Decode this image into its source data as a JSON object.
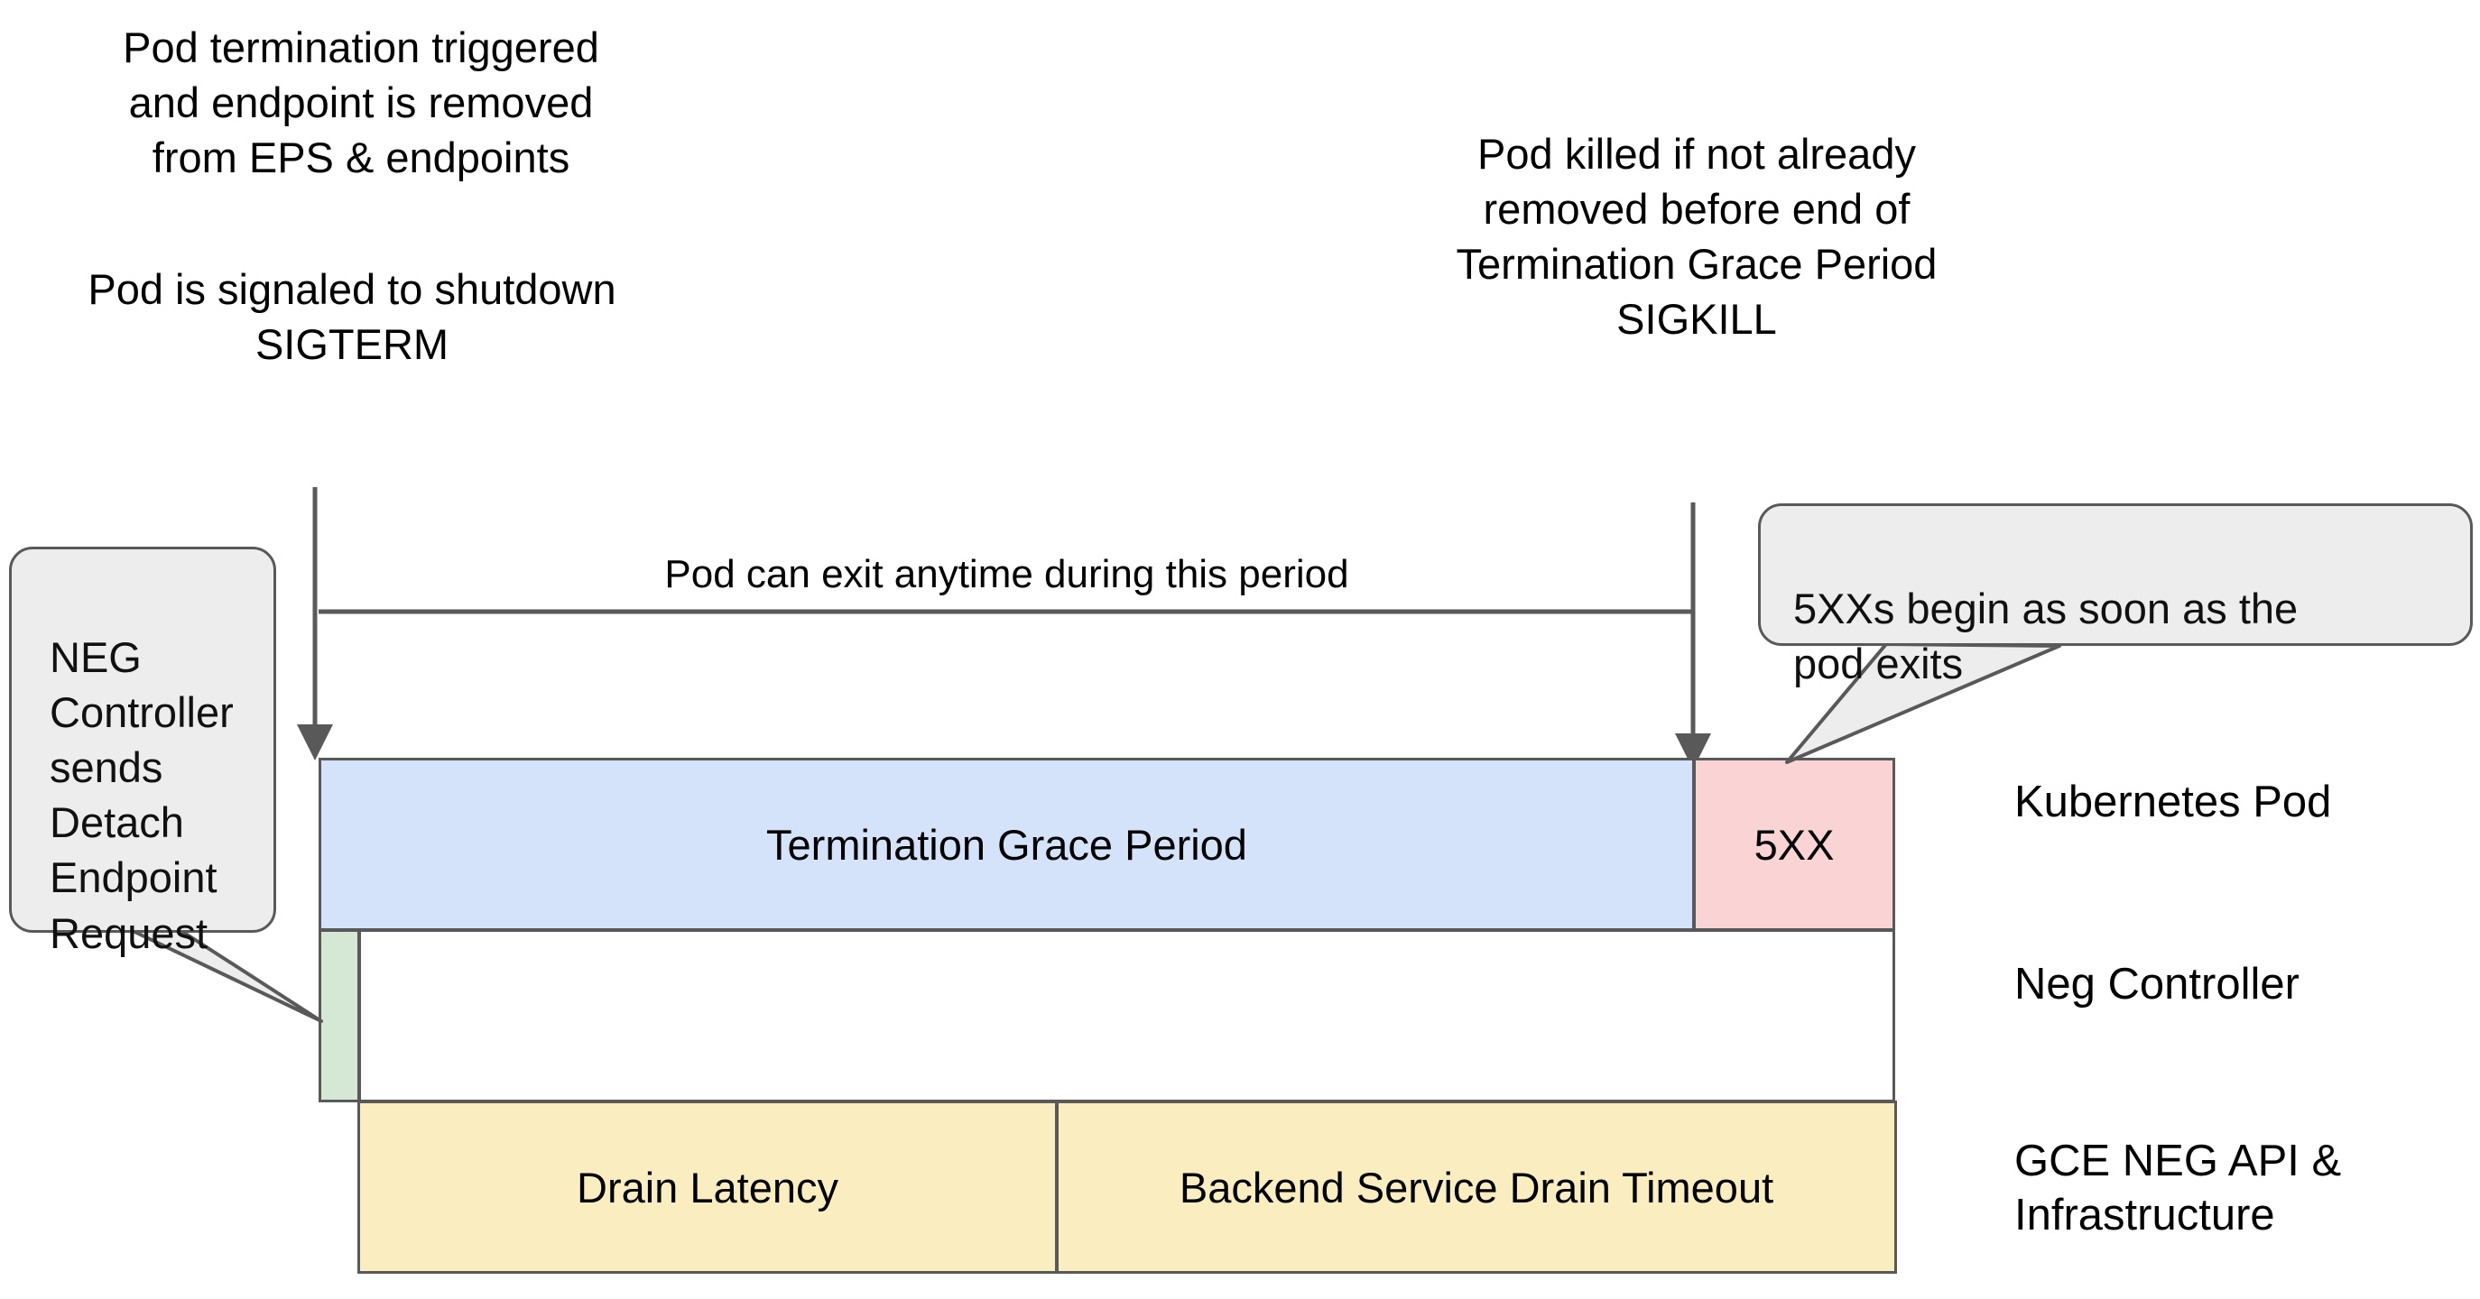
{
  "diagram": {
    "title": "Kubernetes Pod Termination and NEG Drain Timeline",
    "colors": {
      "termination_grace_period": "#d4e3fa",
      "five_xx": "#fad4d4",
      "neg_detach": "#d5e8d5",
      "drain_bars": "#faeec1",
      "bubble_fill": "#ededed",
      "stroke": "#595959",
      "text": "#000000"
    }
  },
  "annotations": {
    "left_top": "Pod termination triggered\nand endpoint is removed\nfrom EPS & endpoints",
    "left_second": "Pod is signaled to shutdown\nSIGTERM",
    "right_top": "Pod killed if not already\nremoved before end of\nTermination Grace Period\nSIGKILL",
    "span_label": "Pod can exit anytime during this period"
  },
  "callouts": {
    "neg_controller": "NEG\nController\nsends\nDetach\nEndpoint\nRequest",
    "five_xx_begin": "5XXs begin as soon as the\npod exits"
  },
  "bars": {
    "termination_grace_period": "Termination Grace Period",
    "five_xx": "5XX",
    "neg_detach": "",
    "neg_white": "",
    "drain_latency": "Drain Latency",
    "backend_service_drain_timeout": "Backend Service Drain Timeout"
  },
  "lanes": [
    {
      "label": "Kubernetes Pod"
    },
    {
      "label": "Neg Controller"
    },
    {
      "label": "GCE NEG API &\nInfrastructure"
    }
  ]
}
